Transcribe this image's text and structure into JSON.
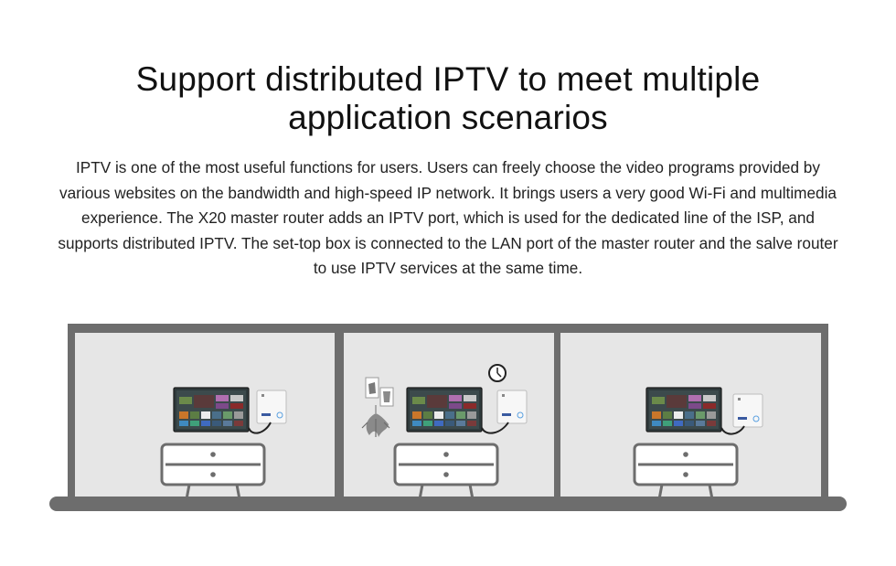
{
  "heading": {
    "title_line1": "Support distributed IPTV to meet multiple",
    "title_line2": "application scenarios"
  },
  "description": "IPTV is one of the most useful functions for users. Users can freely choose the video programs provided by various websites on the bandwidth and high-speed IP network. It brings users a very good Wi-Fi and multimedia experience. The X20 master router adds an IPTV port, which is used for the dedicated line of the ISP, and supports distributed IPTV. The set-top box is connected to the LAN port of the master router and the salve router to use IPTV services at the same time.",
  "illustration": {
    "rooms": [
      {
        "name": "room-left",
        "has_decor": false
      },
      {
        "name": "room-middle",
        "has_decor": true
      },
      {
        "name": "room-right",
        "has_decor": false
      }
    ],
    "colors": {
      "frame": "#6d6d6d",
      "wall": "#e6e6e6",
      "floor": "#6d6d6d",
      "tv_screen": "#2f3a3c",
      "router": "#f7f7f7"
    }
  }
}
